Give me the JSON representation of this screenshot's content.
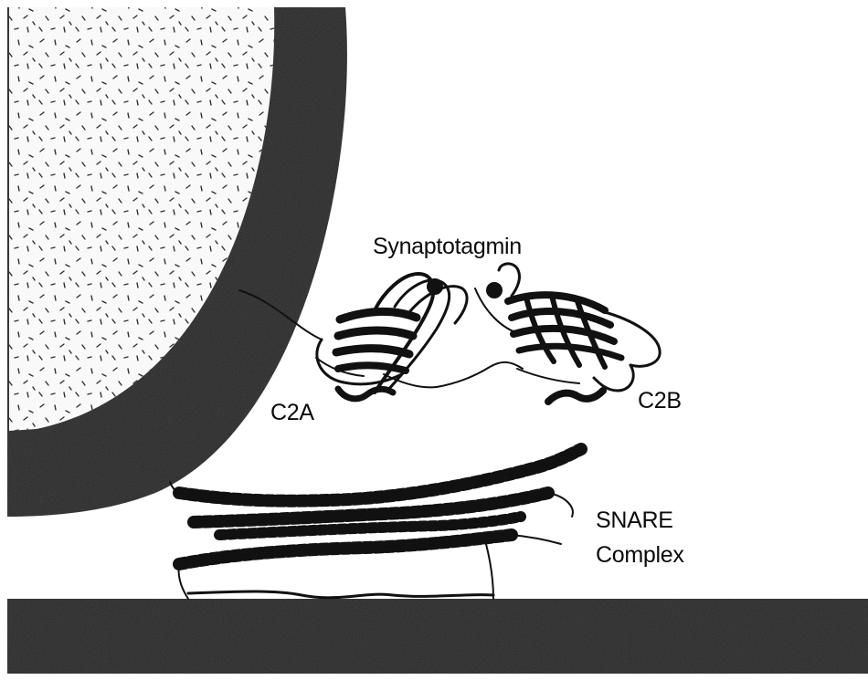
{
  "labels": {
    "synaptotagmin": "Synaptotagmin",
    "c2a": "C2A",
    "c2b": "C2B",
    "snare_line1": "SNARE",
    "snare_line2": "Complex"
  },
  "colors": {
    "background": "#ffffff",
    "membrane": "#2a2a2a",
    "ink": "#111111",
    "vesicle_lumen": "#ffffff"
  }
}
